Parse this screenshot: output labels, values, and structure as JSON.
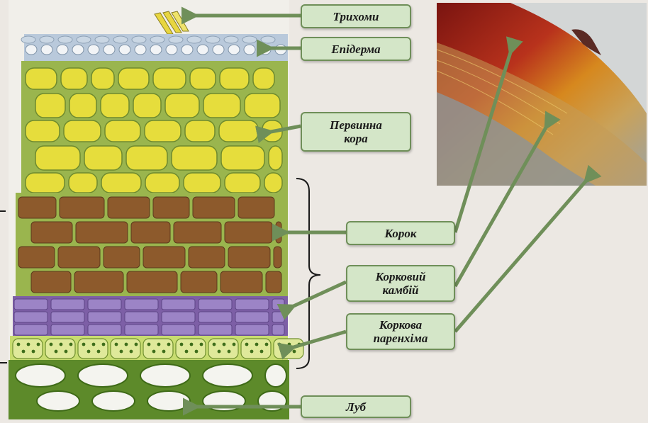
{
  "labels": {
    "trichomes": "Трихоми",
    "epidermis": "Епідерма",
    "primary_cortex_line1": "Первинна",
    "primary_cortex_line2": "кора",
    "cork": "Корок",
    "cork_cambium_line1": "Корковий",
    "cork_cambium_line2": "камбій",
    "cork_parenchyma_line1": "Коркова",
    "cork_parenchyma_line2": "паренхіма",
    "phloem": "Луб"
  },
  "colors": {
    "background": "#ece8e3",
    "label_fill": "#d4e6c8",
    "label_border": "#6f8f59",
    "arrow": "#6f8f59",
    "epidermis": "#b4c6d9",
    "cortex_cell": "#e6dd3c",
    "cortex_wall": "#8fb04a",
    "cork_cell": "#8d5a2c",
    "cambium": "#8b6fb6",
    "parenchyma": "#cfe07a",
    "phloem": "#5d8a2a"
  }
}
